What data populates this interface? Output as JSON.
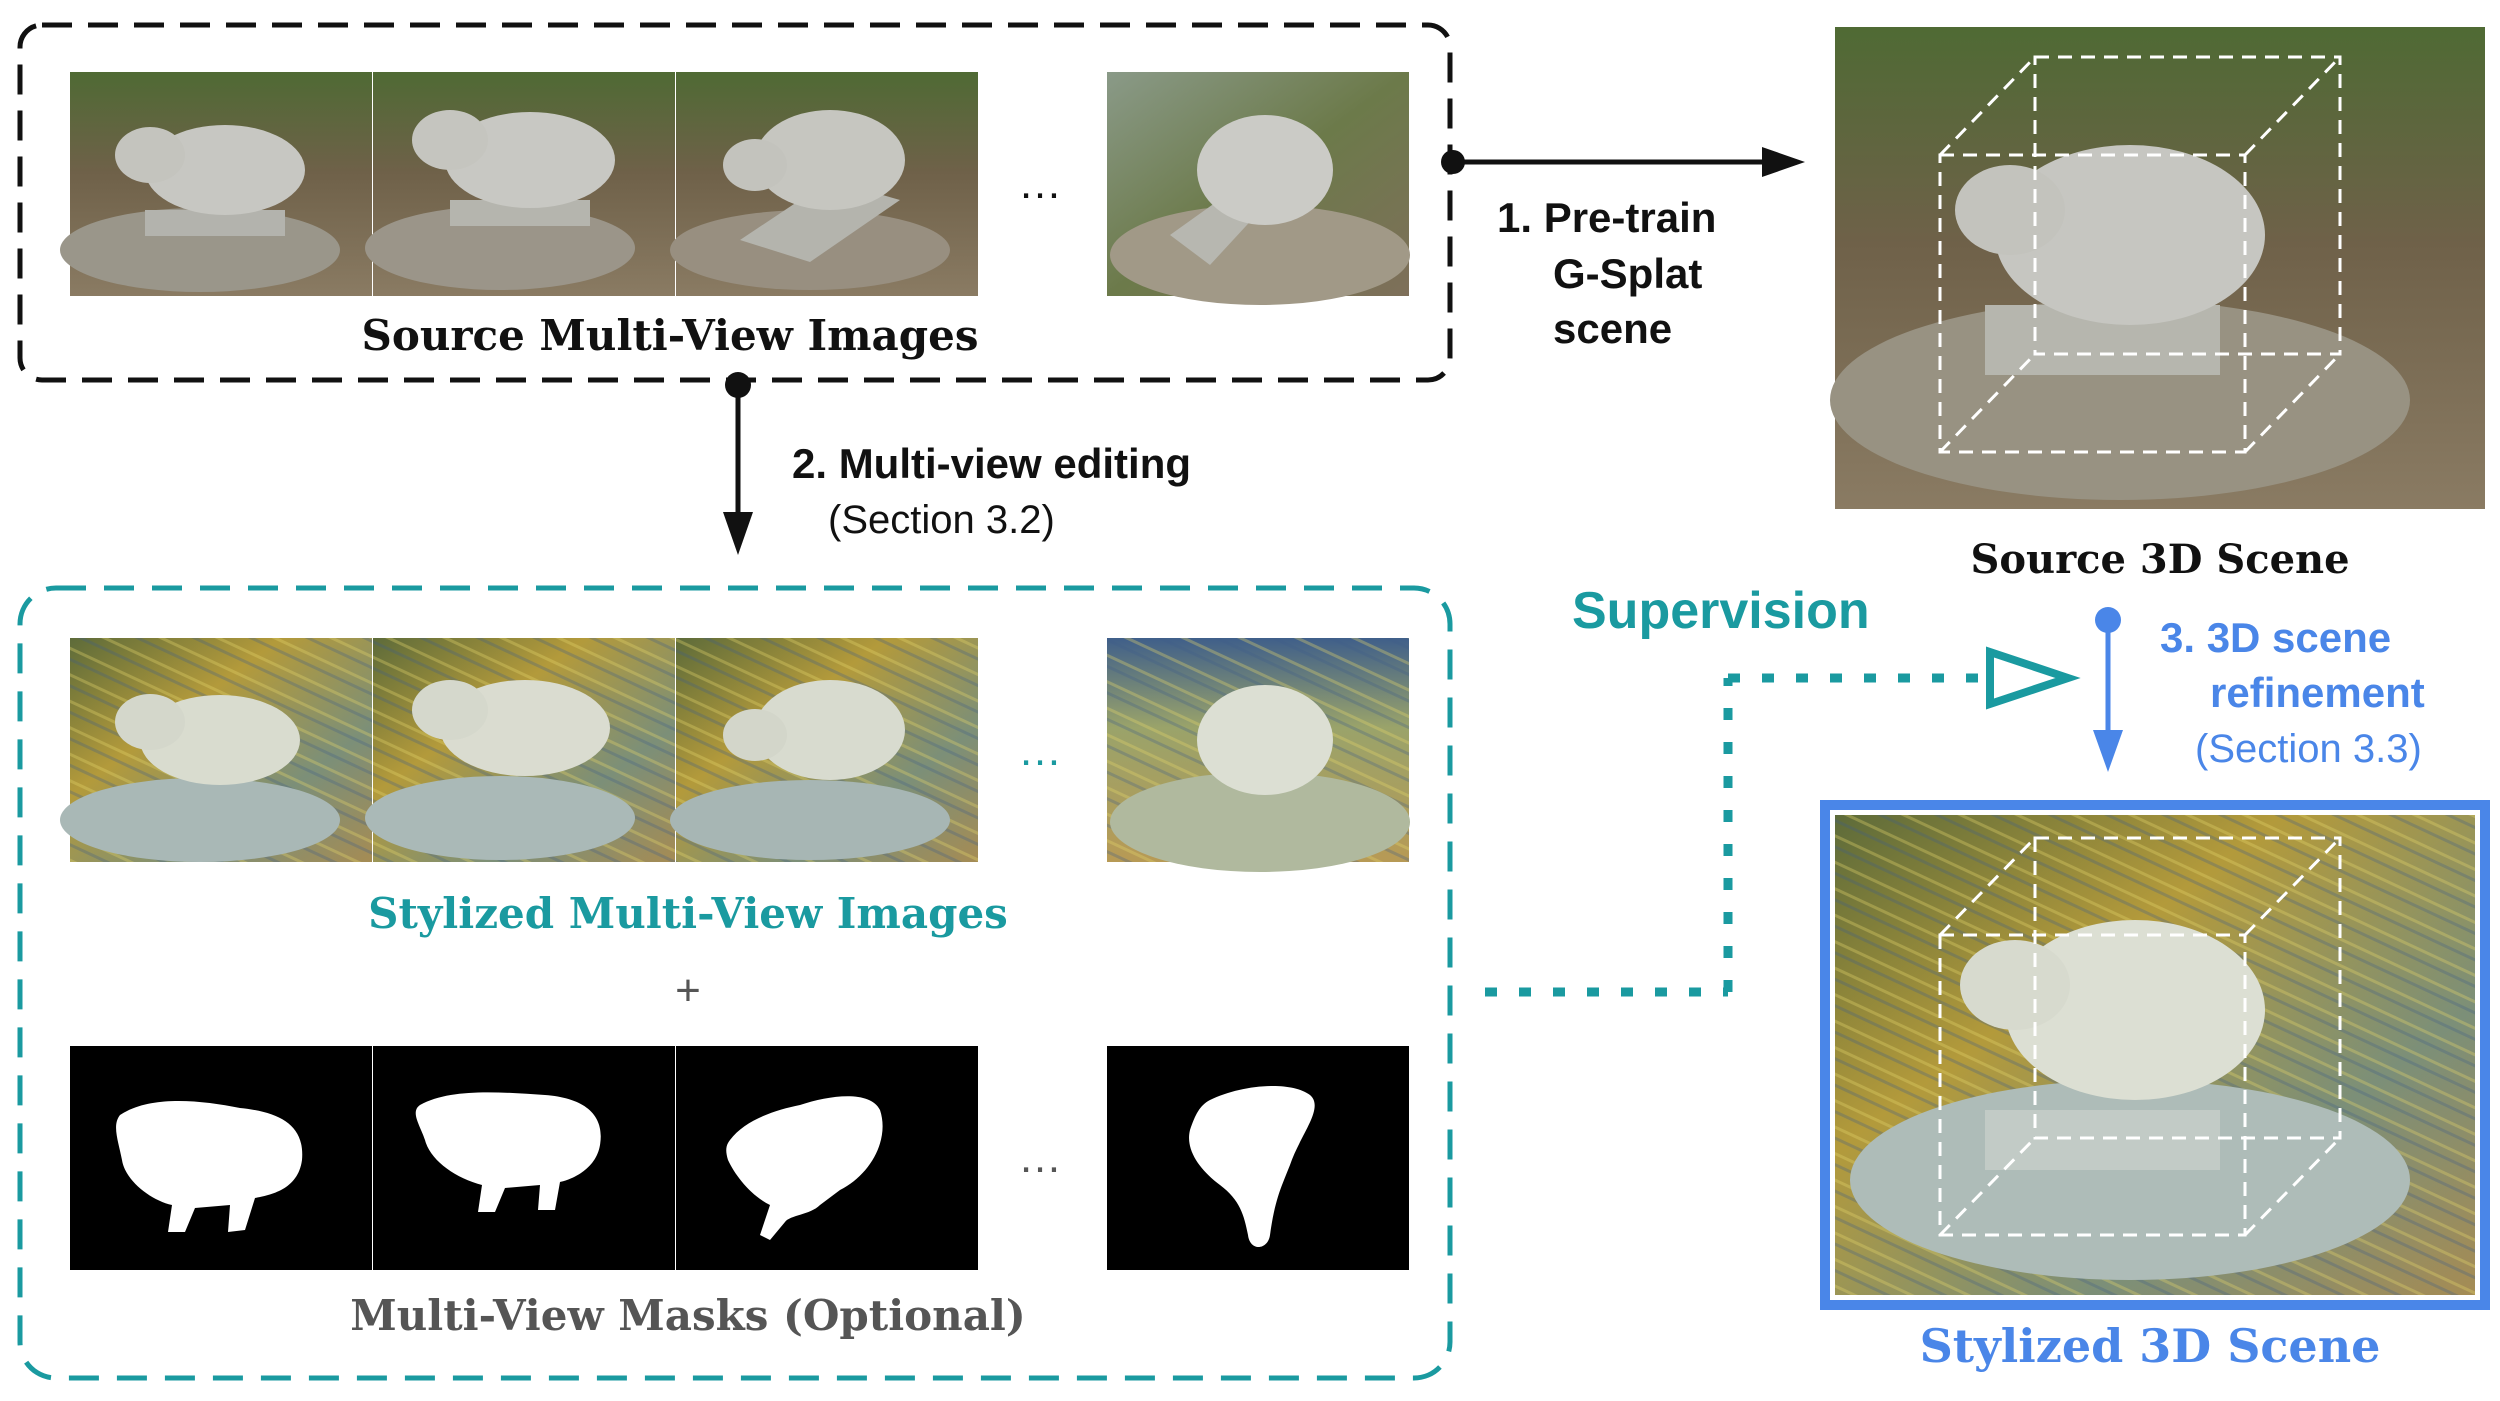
{
  "source_images": {
    "label": "Source Multi-View Images",
    "ellipsis": "…"
  },
  "stylized_images": {
    "label": "Stylized Multi-View Images",
    "plus": "+",
    "ellipsis": "…"
  },
  "masks": {
    "label": "Multi-View Masks (Optional)",
    "ellipsis": "…"
  },
  "step1": {
    "line1": "1.  Pre-train",
    "line2": "G-Splat",
    "line3": "scene"
  },
  "step2": {
    "line1": "2. Multi-view editing",
    "line2": "(Section 3.2)"
  },
  "step3": {
    "line1": "3. 3D scene",
    "line2": "refinement",
    "line3": "(Section 3.3)"
  },
  "supervision_label": "Supervision",
  "source_scene_label": "Source 3D Scene",
  "stylized_scene_label": "Stylized 3D Scene",
  "colors": {
    "black": "#111111",
    "teal": "#1a9aa0",
    "blue": "#4a86e8",
    "gray_label": "#555555"
  }
}
